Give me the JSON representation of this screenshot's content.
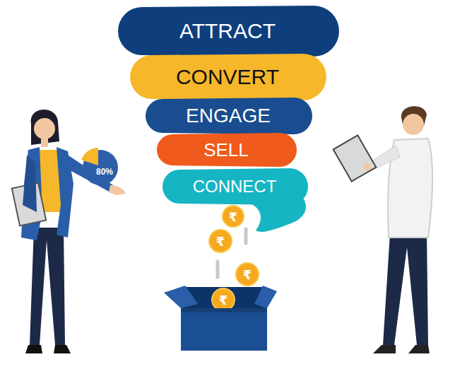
{
  "diagram": {
    "nodes": [
      {
        "text": [
          "ATTRACT"
        ]
      },
      {
        "text": [
          "CONVERT"
        ]
      },
      {
        "text": [
          "ENGAGE"
        ]
      },
      {
        "text": [
          "SELL"
        ]
      },
      {
        "text": [
          "CONNECT"
        ]
      }
    ],
    "labels": [
      "80%",
      "₹",
      "₹",
      "₹",
      "₹"
    ]
  }
}
